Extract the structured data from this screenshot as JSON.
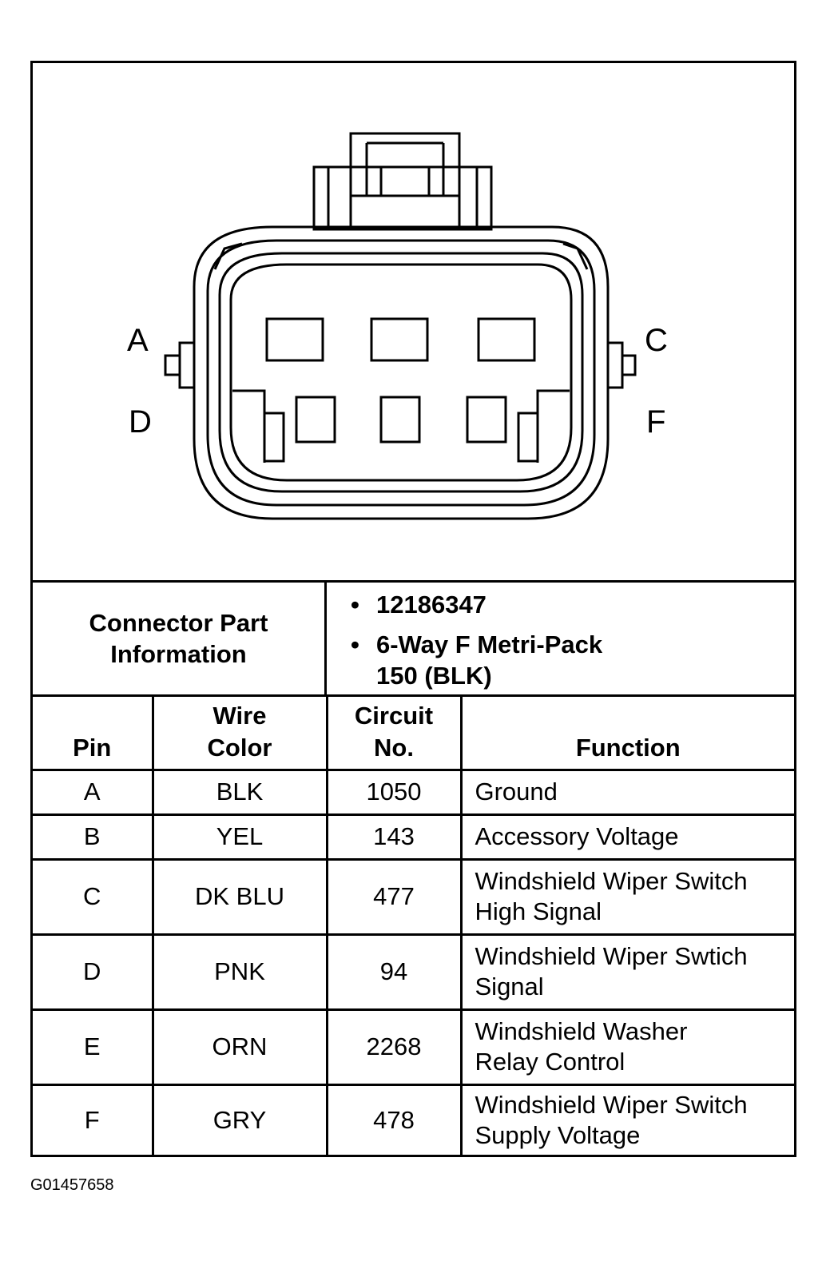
{
  "connector": {
    "pin_labels": [
      "A",
      "C",
      "D",
      "F"
    ]
  },
  "info": {
    "label": "Connector Part\nInformation",
    "items": [
      "12186347",
      "6-Way F Metri-Pack\n150 (BLK)"
    ],
    "bullet": "•"
  },
  "table": {
    "headers": {
      "pin": "Pin",
      "wire_color": "Wire\nColor",
      "circuit": "Circuit\nNo.",
      "function": "Function"
    },
    "rows": [
      {
        "pin": "A",
        "color": "BLK",
        "circuit": "1050",
        "function": "Ground"
      },
      {
        "pin": "B",
        "color": "YEL",
        "circuit": "143",
        "function": "Accessory Voltage"
      },
      {
        "pin": "C",
        "color": "DK BLU",
        "circuit": "477",
        "function": "Windshield Wiper Switch\nHigh Signal"
      },
      {
        "pin": "D",
        "color": "PNK",
        "circuit": "94",
        "function": "Windshield Wiper Swtich\nSignal"
      },
      {
        "pin": "E",
        "color": "ORN",
        "circuit": "2268",
        "function": "Windshield Washer\nRelay Control"
      },
      {
        "pin": "F",
        "color": "GRY",
        "circuit": "478",
        "function": "Windshield Wiper Switch\nSupply Voltage"
      }
    ]
  },
  "figure_id": "G01457658"
}
